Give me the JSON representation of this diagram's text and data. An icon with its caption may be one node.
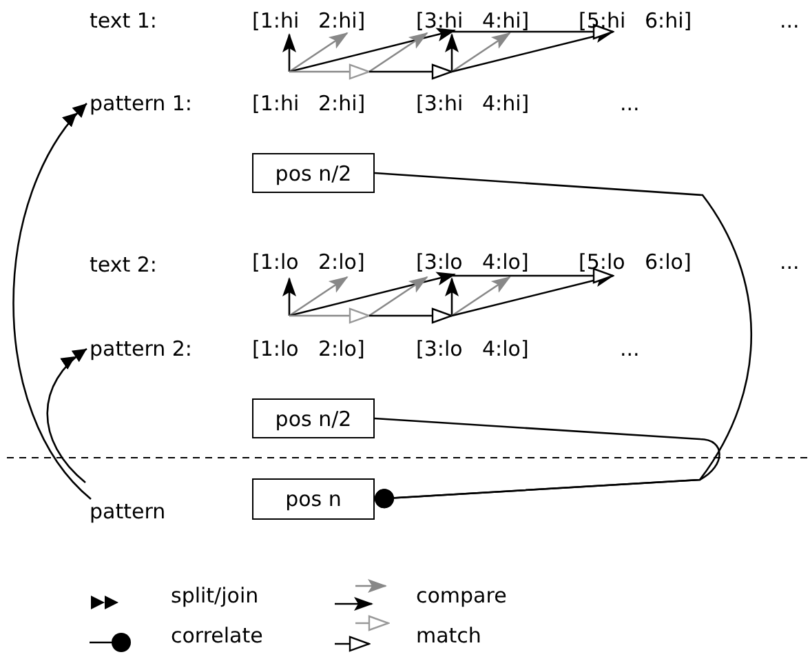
{
  "diagram": {
    "nodes": [
      {
        "text": [
          "text 1:"
        ]
      },
      {
        "text": [
          "pattern 1:"
        ]
      },
      {
        "text": [
          "pos n/2"
        ]
      },
      {
        "text": [
          "text 2:"
        ]
      },
      {
        "text": [
          "pattern 2:"
        ]
      },
      {
        "text": [
          "pos n/2"
        ]
      },
      {
        "text": [
          "pattern"
        ]
      },
      {
        "text": [
          "pos n"
        ]
      }
    ],
    "edges": [
      {
        "from": 6,
        "to": 1,
        "arrow": "to"
      },
      {
        "from": 6,
        "to": 4,
        "arrow": "to"
      },
      {
        "from": 7,
        "to": 2,
        "arrow": "other"
      },
      {
        "from": 7,
        "to": 5,
        "arrow": "other"
      }
    ],
    "labels": [
      "[1:hi",
      "2:hi]",
      "[3:hi",
      "4:hi]",
      "[5:hi",
      "6:hi]",
      "...",
      "[1:hi",
      "2:hi]",
      "[3:hi",
      "4:hi]",
      "...",
      "[1:lo",
      "2:lo]",
      "[3:lo",
      "4:lo]",
      "[5:lo",
      "6:lo]",
      "...",
      "[1:lo",
      "2:lo]",
      "[3:lo",
      "4:lo]",
      "..."
    ],
    "legend": [
      {
        "text": "split/join"
      },
      {
        "text": "compare"
      },
      {
        "text": "correlate"
      },
      {
        "text": "match"
      }
    ]
  }
}
